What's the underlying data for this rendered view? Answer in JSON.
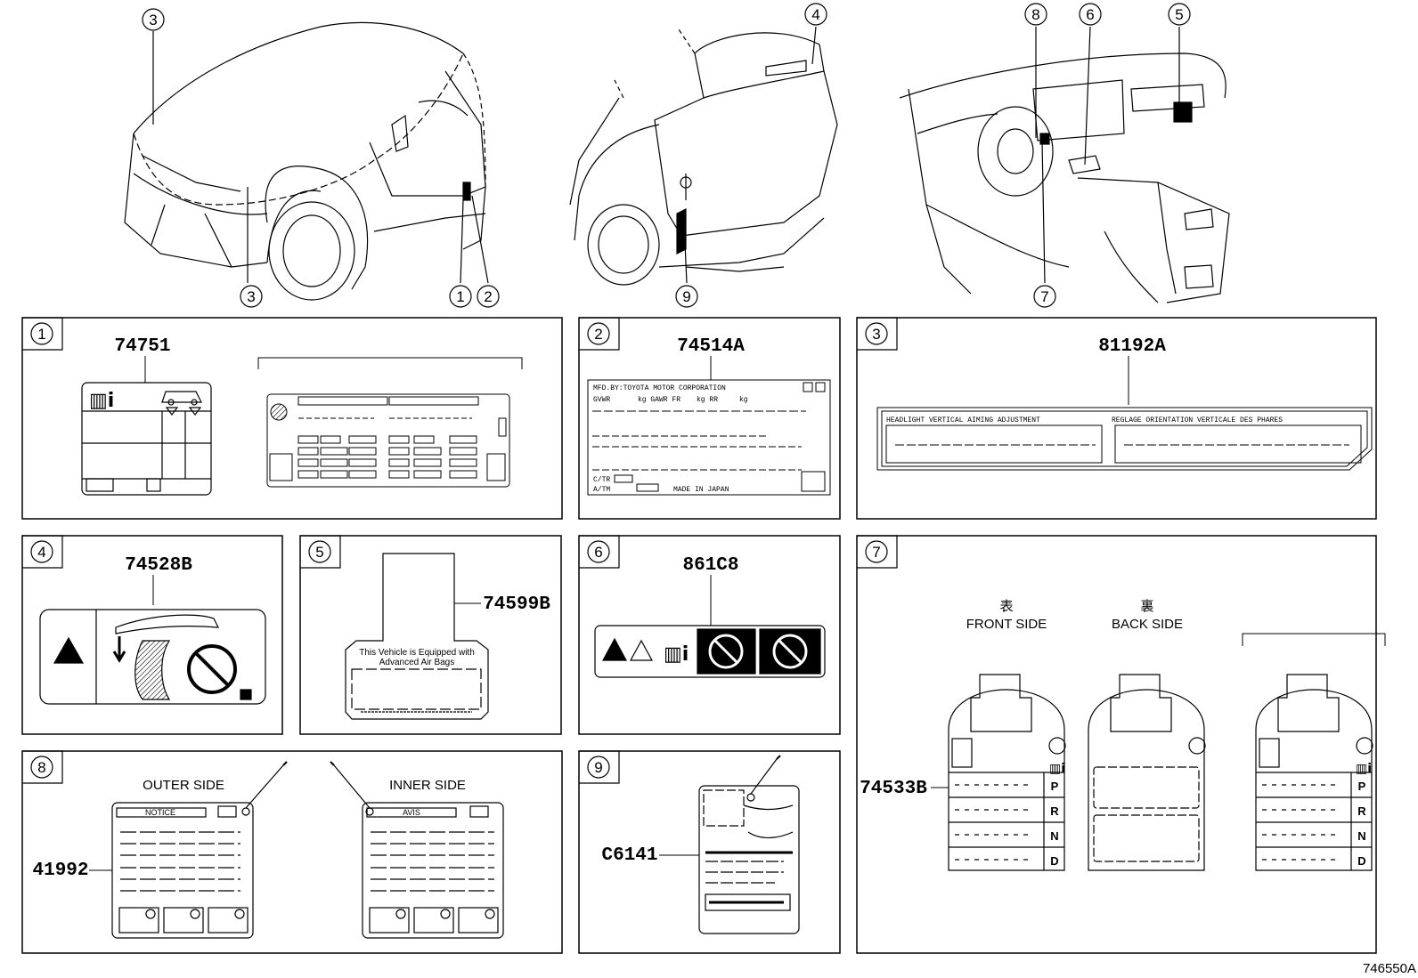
{
  "callouts": {
    "c1": "1",
    "c2": "2",
    "c3": "3",
    "c4": "4",
    "c5": "5",
    "c6": "6",
    "c7": "7",
    "c8": "8",
    "c9": "9"
  },
  "panels": {
    "p1": {
      "num": "1",
      "part": "74751"
    },
    "p2": {
      "num": "2",
      "part": "74514A",
      "line1": "MFD.BY:TOYOTA MOTOR CORPORATION",
      "line2a": "GVWR",
      "line2b": "kg GAWR FR",
      "line2c": "kg RR",
      "line2d": "kg",
      "line3a": "C/TR",
      "line3b": "A/TM",
      "line3c": "MADE IN JAPAN"
    },
    "p3": {
      "num": "3",
      "part": "81192A",
      "left_heading": "HEADLIGHT VERTICAL AIMING ADJUSTMENT",
      "right_heading": "REGLAGE ORIENTATION VERTICALE DES PHARES"
    },
    "p4": {
      "num": "4",
      "part": "74528B"
    },
    "p5": {
      "num": "5",
      "part": "74599B",
      "line1": "This Vehicle is Equipped with",
      "line2": "Advanced Air Bags"
    },
    "p6": {
      "num": "6",
      "part": "861C8"
    },
    "p7": {
      "num": "7",
      "part": "74533B",
      "front_jp": "表",
      "front": "FRONT SIDE",
      "back_jp": "裏",
      "back": "BACK SIDE",
      "gears": [
        "P",
        "R",
        "N",
        "D"
      ]
    },
    "p8": {
      "num": "8",
      "part": "41992",
      "outer": "OUTER SIDE",
      "inner": "INNER SIDE",
      "notice": "NOTICE",
      "avis": "AVIS"
    },
    "p9": {
      "num": "9",
      "part": "C6141"
    }
  },
  "figure_ref": "746550A"
}
